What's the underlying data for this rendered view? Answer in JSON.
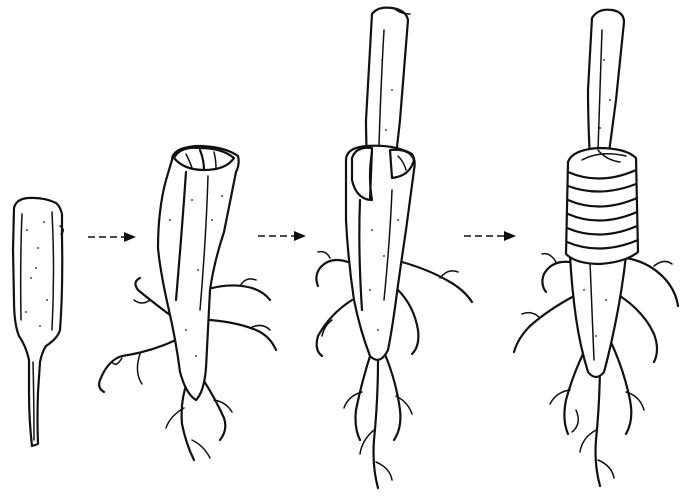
{
  "figure": {
    "background": "#ffffff",
    "ink": "#111111",
    "stages": [
      {
        "id": "stage-1",
        "subject": "cut-scion-cutting"
      },
      {
        "id": "stage-2",
        "subject": "split-rootstock-with-roots"
      },
      {
        "id": "stage-3",
        "subject": "scion-inserted-into-split-rootstock"
      },
      {
        "id": "stage-4",
        "subject": "graft-union-wrapped"
      }
    ],
    "arrows": [
      {
        "from": "stage-1",
        "to": "stage-2"
      },
      {
        "from": "stage-2",
        "to": "stage-3"
      },
      {
        "from": "stage-3",
        "to": "stage-4"
      }
    ]
  }
}
